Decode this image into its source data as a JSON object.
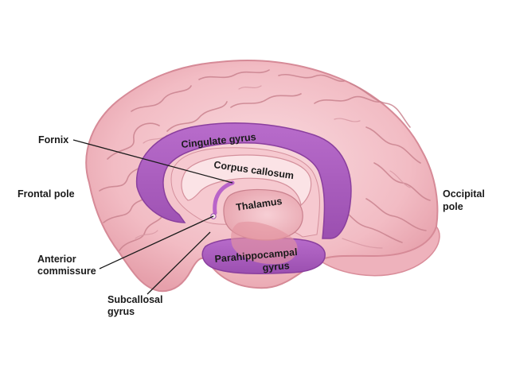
{
  "labels": {
    "fornix": "Fornix",
    "frontal_pole": "Frontal pole",
    "anterior_commissure_1": "Anterior",
    "anterior_commissure_2": "commissure",
    "subcallosal_1": "Subcallosal",
    "subcallosal_2": "gyrus",
    "occipital_1": "Occipital",
    "occipital_2": "pole",
    "cingulate": "Cingulate gyrus",
    "corpus_callosum": "Corpus callosum",
    "thalamus": "Thalamus",
    "parahippocampal_1": "Parahippocampal",
    "parahippocampal_2": "gyrus"
  },
  "colors": {
    "cortex": "#f2bcc4",
    "cortex_light": "#f8d6db",
    "limbic": "#a35ab8",
    "limbic_light": "#c98ad6",
    "callosum": "#f9dde1",
    "brainstem": "#e79aa6"
  }
}
